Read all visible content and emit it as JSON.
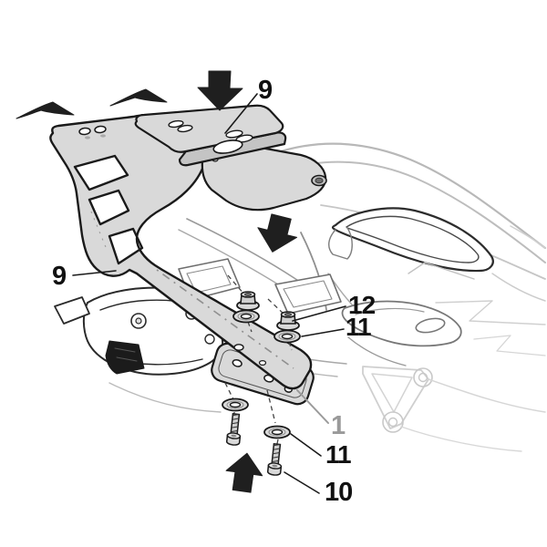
{
  "diagram": {
    "type": "technical-assembly-instruction",
    "subject": "motorcycle-top-case-rack-fitting-kit",
    "background": "#ffffff",
    "colors": {
      "part_fill": "#d9d9d9",
      "part_fill_dark": "#c6c6c6",
      "part_outline": "#1a1a1a",
      "arrow_fill": "#1f1f1f",
      "faded_bike_line": "#c4c4c4",
      "mid_bike_line": "#8f8f8f",
      "dark_bike_line": "#2c2c2c",
      "label_black": "#111111",
      "label_gray": "#9a9a9a"
    },
    "labels": [
      {
        "id": "label-9-top",
        "text": "9",
        "color": "#111111"
      },
      {
        "id": "label-9-left",
        "text": "9",
        "color": "#111111"
      },
      {
        "id": "label-12",
        "text": "12",
        "color": "#111111"
      },
      {
        "id": "label-11-mid",
        "text": "11",
        "color": "#111111"
      },
      {
        "id": "label-1",
        "text": "1",
        "color": "#9a9a9a"
      },
      {
        "id": "label-11-bottom",
        "text": "11",
        "color": "#111111"
      },
      {
        "id": "label-10",
        "text": "10",
        "color": "#111111"
      }
    ],
    "arrows": [
      {
        "id": "swoosh-arrow-left-lower",
        "direction": "right"
      },
      {
        "id": "swoosh-arrow-left-upper",
        "direction": "right"
      },
      {
        "id": "block-arrow-top",
        "direction": "down"
      },
      {
        "id": "block-arrow-middle",
        "direction": "down"
      },
      {
        "id": "block-arrow-bottom",
        "direction": "up"
      }
    ],
    "parts": [
      {
        "id": "top-bracket",
        "label": "9"
      },
      {
        "id": "main-rack-plate",
        "label": "9"
      },
      {
        "id": "nut",
        "label": "12"
      },
      {
        "id": "washer",
        "label": "11"
      },
      {
        "id": "mounting-plate",
        "label": "1"
      },
      {
        "id": "screw",
        "label": "10"
      }
    ]
  }
}
